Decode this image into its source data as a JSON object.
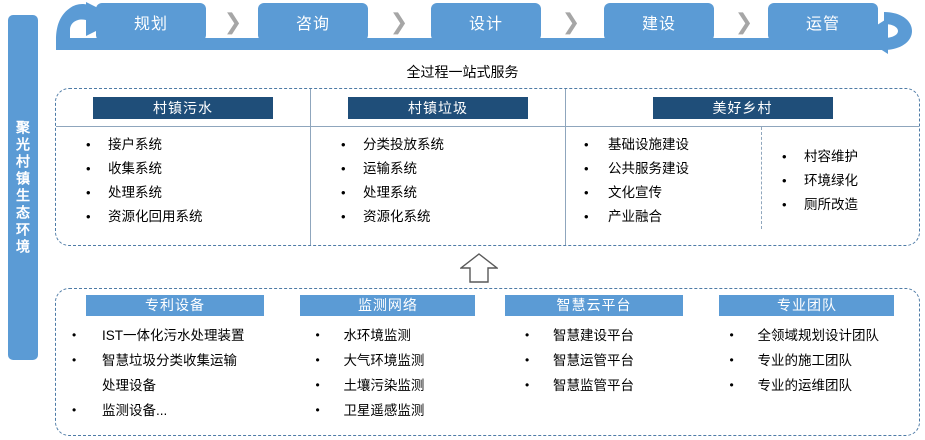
{
  "sidebar": {
    "label": "聚光村镇生态环境"
  },
  "process": {
    "steps": [
      {
        "label": "规划"
      },
      {
        "label": "咨询"
      },
      {
        "label": "设计"
      },
      {
        "label": "建设"
      },
      {
        "label": "运管"
      }
    ],
    "separator": "❯",
    "subtitle": "全过程一站式服务",
    "loop_arrow_name": "cycle-loop-arrow"
  },
  "middle_panel": {
    "columns": [
      {
        "header": "村镇污水",
        "items": [
          "接户系统",
          "收集系统",
          "处理系统",
          "资源化回用系统"
        ]
      },
      {
        "header": "村镇垃圾",
        "items": [
          "分类投放系统",
          "运输系统",
          "处理系统",
          "资源化系统"
        ]
      },
      {
        "header": "美好乡村",
        "items": [
          "基础设施建设",
          "公共服务建设",
          "文化宣传",
          "产业融合"
        ],
        "items_right": [
          "村容维护",
          "环境绿化",
          "厕所改造"
        ]
      }
    ]
  },
  "connector": {
    "name": "up-arrow"
  },
  "bottom_panel": {
    "columns": [
      {
        "header": "专利设备",
        "items": [
          {
            "text": "IST一体化污水处理装置",
            "bullet": true
          },
          {
            "text": "智慧垃圾分类收集运输",
            "bullet": true
          },
          {
            "text": "处理设备",
            "bullet": false
          },
          {
            "text": "监测设备...",
            "bullet": true
          }
        ]
      },
      {
        "header": "监测网络",
        "items": [
          {
            "text": "水环境监测",
            "bullet": true
          },
          {
            "text": "大气环境监测",
            "bullet": true
          },
          {
            "text": "土壤污染监测",
            "bullet": true
          },
          {
            "text": "卫星遥感监测",
            "bullet": true
          }
        ]
      },
      {
        "header": "智慧云平台",
        "items": [
          {
            "text": "智慧建设平台",
            "bullet": true
          },
          {
            "text": "智慧运管平台",
            "bullet": true
          },
          {
            "text": "智慧监管平台",
            "bullet": true
          }
        ]
      },
      {
        "header": "专业团队",
        "items": [
          {
            "text": "全领域规划设计团队",
            "bullet": true
          },
          {
            "text": "专业的施工团队",
            "bullet": true
          },
          {
            "text": "专业的运维团队",
            "bullet": true
          }
        ]
      }
    ]
  },
  "colors": {
    "accent_blue": "#5b9bd5",
    "navy": "#1f4e79",
    "chevron_gray": "#a6a6a6",
    "dash_border": "#4e7ba6"
  }
}
